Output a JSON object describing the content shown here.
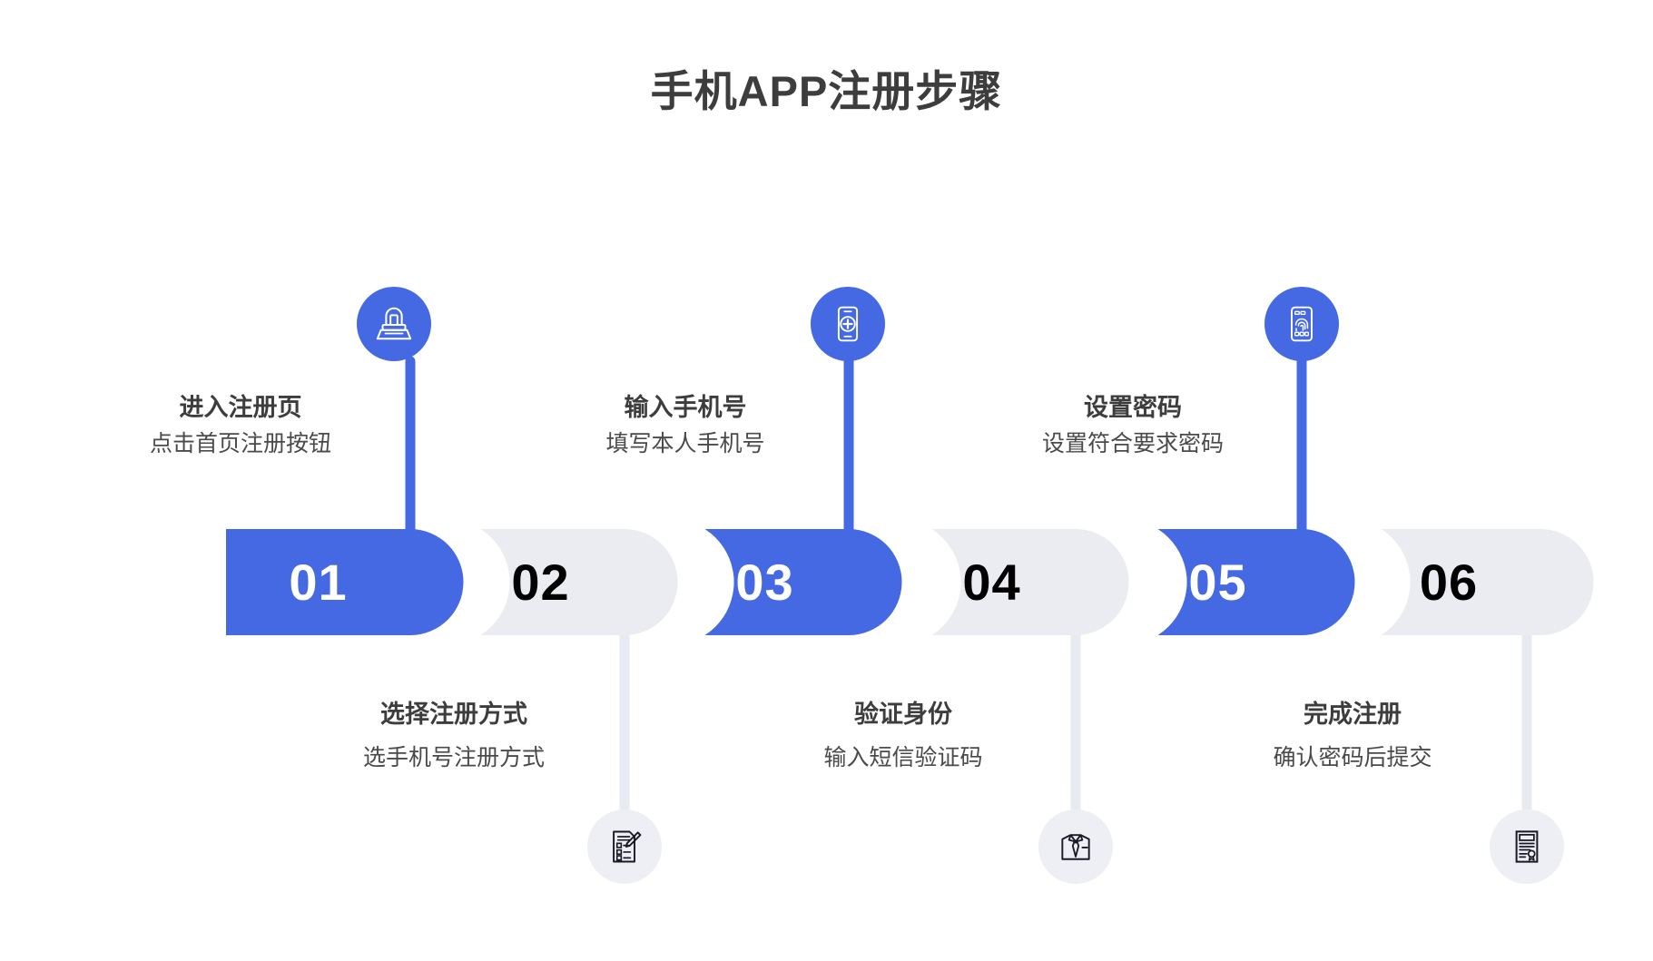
{
  "header": {
    "title": "手机APP注册步骤"
  },
  "theme": {
    "accent": "#4568e3",
    "track": "#ebecf2",
    "icon_circle_grey": "#eeeff5",
    "title_color": "#3d3d3d",
    "number_on_color": "#ffffff",
    "number_off_color": "#000000",
    "background": "#ffffff"
  },
  "timeline": {
    "steps": [
      {
        "number": "01",
        "title": "进入注册页",
        "subtitle": "点击首页注册按钮",
        "position": "above",
        "active": true,
        "icon": "registration-desk-icon"
      },
      {
        "number": "02",
        "title": "选择注册方式",
        "subtitle": "选手机号注册方式",
        "position": "below",
        "active": false,
        "icon": "checklist-pencil-icon"
      },
      {
        "number": "03",
        "title": "输入手机号",
        "subtitle": "填写本人手机号",
        "position": "above",
        "active": true,
        "icon": "phone-plus-icon"
      },
      {
        "number": "04",
        "title": "验证身份",
        "subtitle": "输入短信验证码",
        "position": "below",
        "active": false,
        "icon": "shirt-tie-icon"
      },
      {
        "number": "05",
        "title": "设置密码",
        "subtitle": "设置符合要求密码",
        "position": "above",
        "active": true,
        "icon": "phone-fingerprint-icon"
      },
      {
        "number": "06",
        "title": "完成注册",
        "subtitle": "确认密码后提交",
        "position": "below",
        "active": false,
        "icon": "certificate-seal-icon"
      }
    ]
  }
}
